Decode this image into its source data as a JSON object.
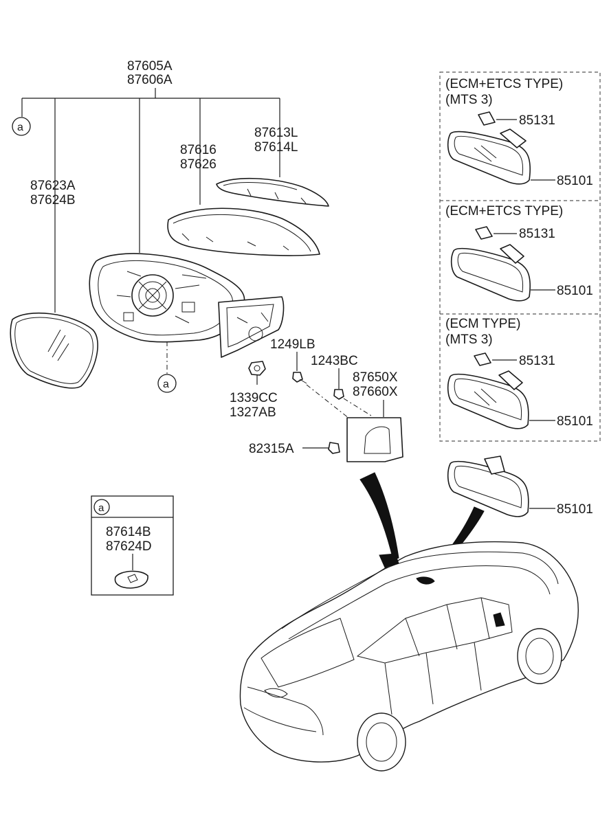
{
  "diagram": {
    "main_assembly_labels": [
      "87605A",
      "87606A"
    ],
    "callout_ref": "a",
    "labels": {
      "glass": [
        "87623A",
        "87624B"
      ],
      "cover": [
        "87616",
        "87626"
      ],
      "repeater_lamp": [
        "87613L",
        "87614L"
      ],
      "screw_1249": "1249LB",
      "screw_1243": "1243BC",
      "nut": [
        "1339CC",
        "1327AB"
      ],
      "inside_cover": [
        "87650X",
        "87660X"
      ],
      "clip": "82315A"
    },
    "detail_box": {
      "ref": "a",
      "labels": [
        "87614B",
        "87624D"
      ]
    },
    "inside_mirror_variants": [
      {
        "type_lines": [
          "(ECM+ETCS TYPE)",
          "(MTS 3)"
        ],
        "sensor_label": "85131",
        "mirror_label": "85101"
      },
      {
        "type_lines": [
          "(ECM+ETCS TYPE)"
        ],
        "sensor_label": "85131",
        "mirror_label": "85101"
      },
      {
        "type_lines": [
          "(ECM TYPE)",
          "(MTS 3)"
        ],
        "sensor_label": "85131",
        "mirror_label": "85101"
      }
    ],
    "standard_mirror_label": "85101"
  }
}
